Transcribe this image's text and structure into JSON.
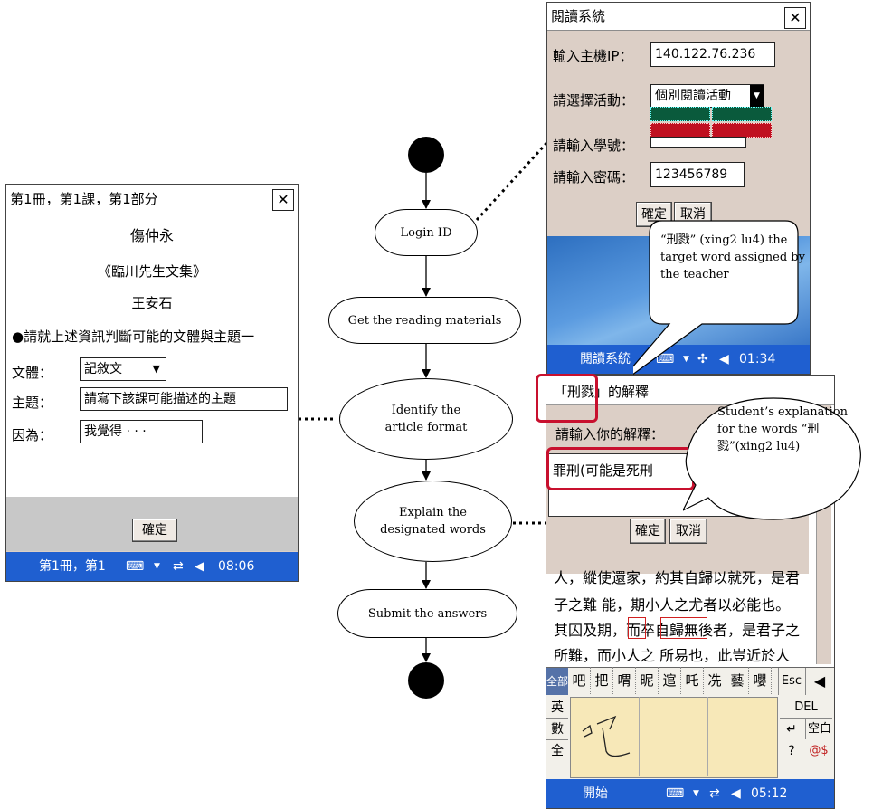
{
  "left_screen": {
    "title": "第1冊，第1課，第1部分",
    "close": "✕",
    "author": "傷仲永",
    "book": "《臨川先生文集》",
    "writer": "王安石",
    "instruction": "●請就上述資訊判斷可能的文體與主題一",
    "genre_label": "文體：",
    "genre_value": "記敘文",
    "theme_label": "主題：",
    "theme_value": "請寫下該課可能描述的主題",
    "reason_label": "因為：",
    "reason_value": "我覺得 · · ·",
    "confirm": "確定",
    "taskbar_text": "第1冊，第1",
    "taskbar_time": "08:06"
  },
  "flowchart": {
    "steps": [
      "Login ID",
      "Get the reading materials",
      "Identify the article format",
      "Explain the designated words",
      "Submit the answers"
    ]
  },
  "login_screen": {
    "title": "閱讀系統",
    "close": "✕",
    "ip_label": "輸入主機IP：",
    "ip_value": "140.122.76.236",
    "activity_label": "請選擇活動：",
    "activity_value": "個別閱讀活動",
    "student_label": "請輸入學號：",
    "password_label": "請輸入密碼：",
    "password_value": "123456789",
    "confirm": "確定",
    "cancel": "取消",
    "taskbar_text": "閱讀系統",
    "taskbar_time": "01:34",
    "callout": "“刑戮” (xing2 lu4) the target word assigned by the teacher"
  },
  "explain_screen": {
    "title": "「刑戮」的解釋",
    "prompt": "請輸入你的解釋：",
    "answer": "罪刑(可能是死刑",
    "confirm": "確定",
    "cancel": "取消",
    "passage": [
      "人，縱使還家，約其自歸以就死，是君",
      "子之難 能，期小人之尤者以必能也。",
      "其囚及期，而卒自歸無後者，是君子之",
      "所難，而小人之 所易也，此豈近於人"
    ],
    "candidates": [
      "吧",
      "把",
      "喟",
      "昵",
      "逭",
      "吒",
      "冼",
      "藝",
      "嚶"
    ],
    "all_label": "全部",
    "esc": "Esc",
    "del": "DEL",
    "space": "空白",
    "side_keys": [
      "英",
      "數",
      "全"
    ],
    "taskbar_text": "開始",
    "taskbar_time": "05:12",
    "callout": "Student’s explanation for the words “刑戮”(xing2 lu4)"
  }
}
